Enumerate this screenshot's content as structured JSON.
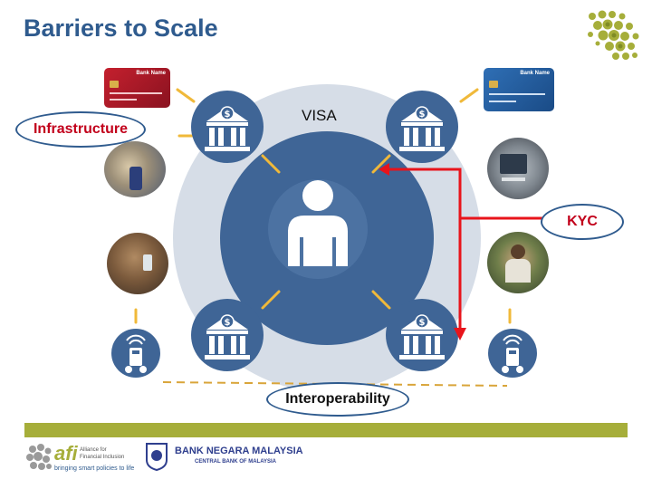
{
  "slide": {
    "title": "Barriers to Scale"
  },
  "labels": {
    "infrastructure": "Infrastructure",
    "visa": "VISA",
    "kyc": "KYC",
    "interoperability": "Interoperability"
  },
  "cards": {
    "left_bank_name": "Bank Name",
    "right_bank_name": "Bank Name"
  },
  "footer": {
    "afi_mark": "afi",
    "afi_line1": "Alliance for",
    "afi_line2": "Financial Inclusion",
    "afi_tagline": "bringing smart policies to life",
    "bnm_name": "BANK NEGARA MALAYSIA",
    "bnm_sub": "CENTRAL BANK OF MALAYSIA"
  },
  "colors": {
    "title": "#2f5b8e",
    "label_red": "#c2001b",
    "arrow_red": "#e8141b",
    "hub_blue": "#3f6596",
    "halo": "#d6dde7",
    "connector": "#f0b93a",
    "footer_bar": "#a6ae3a"
  },
  "icons": [
    "bank-icon",
    "person-icon",
    "pos-terminal-icon",
    "dollar-icon"
  ]
}
